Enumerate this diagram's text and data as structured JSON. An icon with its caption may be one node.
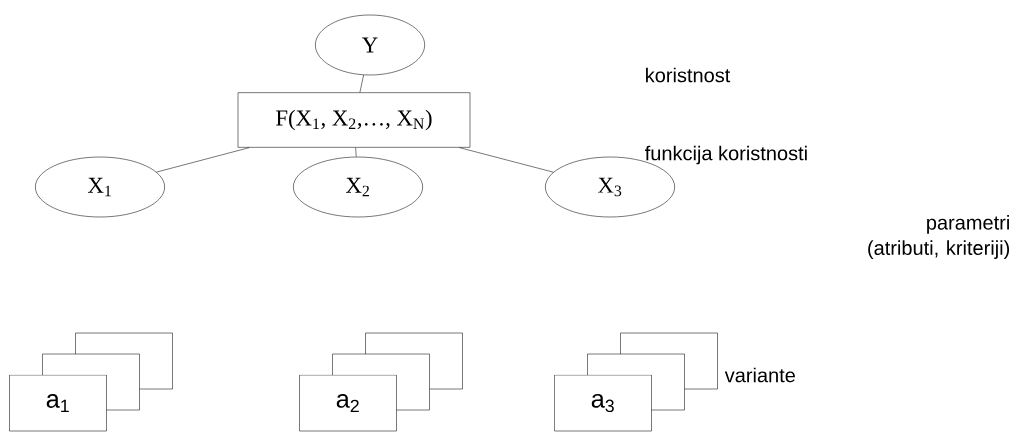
{
  "diagram": {
    "nodes": [
      {
        "text": [
          "Y"
        ]
      },
      {
        "text": [
          "F(X$_{1}$, X$_{2}$,…, X$_{N}$)"
        ]
      },
      {
        "text": [
          "X$_{1}$"
        ]
      },
      {
        "text": [
          "X$_{2}$"
        ]
      },
      {
        "text": [
          "X$_{3}$"
        ]
      },
      {
        "text": [
          "a$_{1}$"
        ]
      },
      {
        "text": [
          "a$_{2}$"
        ]
      },
      {
        "text": [
          "a$_{3}$"
        ]
      }
    ],
    "edges": [
      {
        "from": 0,
        "to": 1,
        "arrow": "none"
      },
      {
        "from": 1,
        "to": 2,
        "arrow": "none"
      },
      {
        "from": 1,
        "to": 3,
        "arrow": "none"
      },
      {
        "from": 1,
        "to": 4,
        "arrow": "none"
      }
    ],
    "labels": [
      "koristnost",
      "funkcija koristnosti",
      "parametri (atributi, kriteriji)",
      "variante"
    ]
  }
}
